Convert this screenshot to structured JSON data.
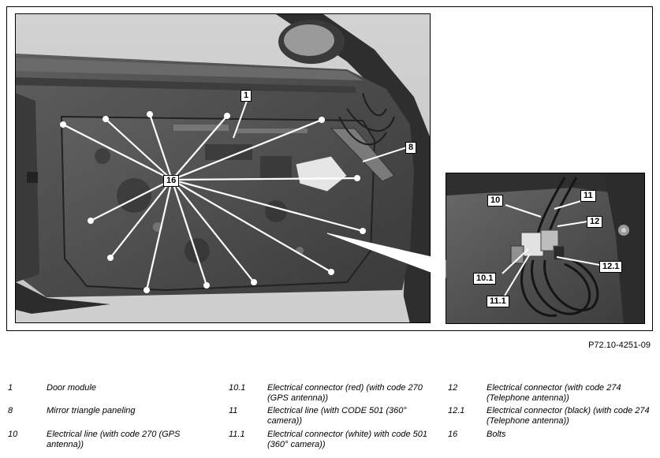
{
  "figure": {
    "id": "P72.10-4251-09",
    "callouts": [
      {
        "label": "1"
      },
      {
        "label": "8"
      },
      {
        "label": "16"
      },
      {
        "label": "10"
      },
      {
        "label": "11"
      },
      {
        "label": "12"
      },
      {
        "label": "10.1"
      },
      {
        "label": "12.1"
      },
      {
        "label": "11.1"
      }
    ]
  },
  "legend": [
    {
      "number": "1",
      "text": "Door module"
    },
    {
      "number": "8",
      "text": "Mirror triangle paneling"
    },
    {
      "number": "10",
      "text": "Electrical line (with code 270 (GPS antenna))"
    },
    {
      "number": "10.1",
      "text": "Electrical connector (red) (with code 270 (GPS antenna))"
    },
    {
      "number": "11",
      "text": "Electrical line (with CODE 501 (360° camera))"
    },
    {
      "number": "11.1",
      "text": "Electrical connector (white) with code 501 (360° camera))"
    },
    {
      "number": "12",
      "text": "Electrical connector (with code 274 (Telephone antenna))"
    },
    {
      "number": "12.1",
      "text": "Electrical connector (black) (with code 274 (Telephone antenna))"
    },
    {
      "number": "16",
      "text": "Bolts"
    }
  ]
}
